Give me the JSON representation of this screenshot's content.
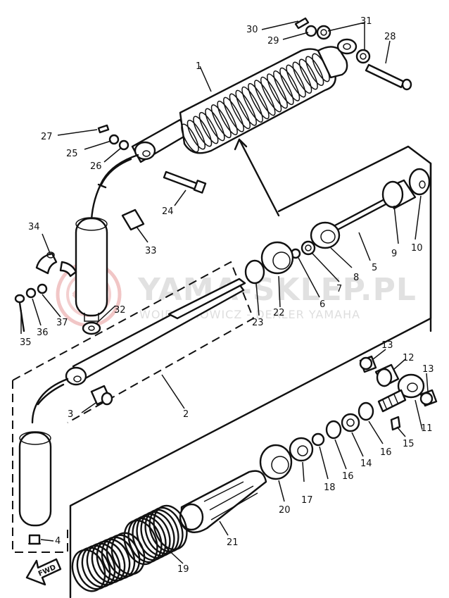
{
  "watermark": {
    "main": "YAMA-SKLEP.PL",
    "sub": "WOJDACHOWICZ - DEALER YAMAHA"
  },
  "direction_marker": "FWD",
  "part_labels": [
    "1",
    "2",
    "3",
    "4",
    "5",
    "6",
    "7",
    "8",
    "9",
    "10",
    "11",
    "12",
    "13",
    "13",
    "14",
    "15",
    "16",
    "16",
    "17",
    "18",
    "19",
    "20",
    "21",
    "22",
    "23",
    "24",
    "25",
    "26",
    "27",
    "28",
    "29",
    "30",
    "31",
    "32",
    "33",
    "34",
    "35",
    "36",
    "37"
  ],
  "colors": {
    "ink": "#111111",
    "watermark": "#c9c9c9",
    "logo": "#e8a0a0"
  },
  "icons": {
    "logo": "circular-seal-logo-icon",
    "arrow": "fwd-arrow-icon"
  }
}
